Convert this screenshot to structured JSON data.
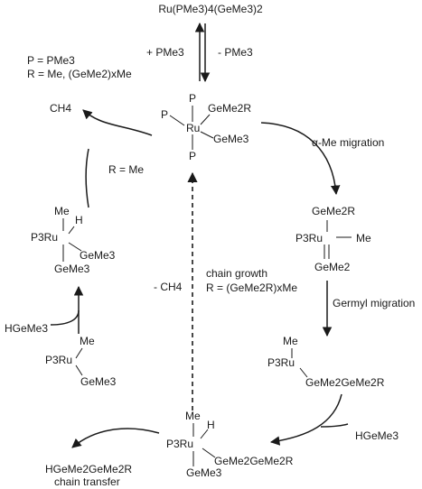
{
  "scheme": {
    "top_complex": "Ru(PMe3)4(GeMe3)2",
    "legend": {
      "p_def": "P = PMe3",
      "r_def": "R = Me, (GeMe2)xMe"
    },
    "labels": {
      "plus_pme3": "+ PMe3",
      "minus_pme3": "- PMe3",
      "ch4_product": "CH4",
      "r_equals_me": "R = Me",
      "alpha_me_migration": "α-Me migration",
      "minus_ch4": "- CH4",
      "chain_growth": "chain growth",
      "chain_growth_r": "R = (GeMe2R)xMe",
      "germyl_migration": "Germyl migration",
      "hgeme3_left": "HGeMe3",
      "hgeme3_right": "HGeMe3",
      "transfer_product": "HGeMe2GeMe2R",
      "chain_transfer": "chain transfer"
    },
    "center_complex": {
      "p_top": "P",
      "p_left": "P",
      "ru": "Ru",
      "gem2r": "GeMe2R",
      "geme3": "GeMe3",
      "p_bottom": "P"
    },
    "germylene_complex": {
      "gem2r": "GeMe2R",
      "p3ru": "P3Ru",
      "me": "Me",
      "geme2": "GeMe2"
    },
    "migrated_complex": {
      "me": "Me",
      "p3ru": "P3Ru",
      "chain": "GeMe2GeMe2R"
    },
    "hydride_complex": {
      "me": "Me",
      "h": "H",
      "p3ru": "P3Ru",
      "chain": "GeMe2GeMe2R",
      "geme3": "GeMe3"
    },
    "left_methyl_complex": {
      "me": "Me",
      "p3ru": "P3Ru",
      "geme3": "GeMe3"
    },
    "left_hydride_complex": {
      "me": "Me",
      "h": "H",
      "p3ru": "P3Ru",
      "geme3_a": "GeMe3",
      "geme3_b": "GeMe3"
    }
  }
}
